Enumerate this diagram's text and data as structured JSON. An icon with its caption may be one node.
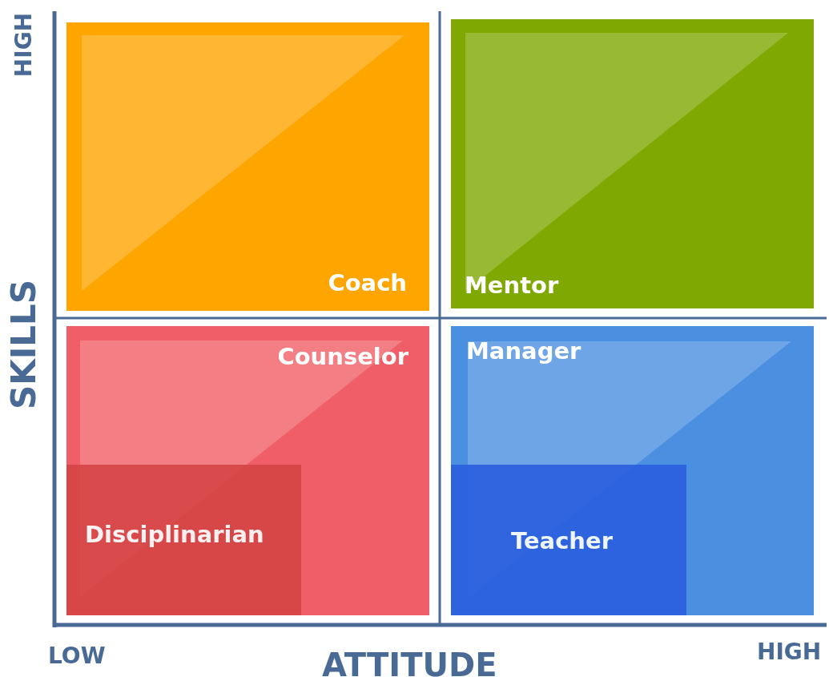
{
  "diagram": {
    "nodes": [
      {
        "text": [
          "Coach"
        ]
      },
      {
        "text": [
          "Mentor"
        ]
      },
      {
        "text": [
          "Counselor"
        ]
      },
      {
        "text": [
          "Manager"
        ]
      },
      {
        "text": [
          "Disciplinarian"
        ],
        "in": 2
      },
      {
        "text": [
          "Teacher"
        ],
        "in": 3
      }
    ],
    "labels": [
      "HIGH",
      "SKILLS",
      "LOW",
      "ATTITUDE",
      "HIGH"
    ]
  }
}
